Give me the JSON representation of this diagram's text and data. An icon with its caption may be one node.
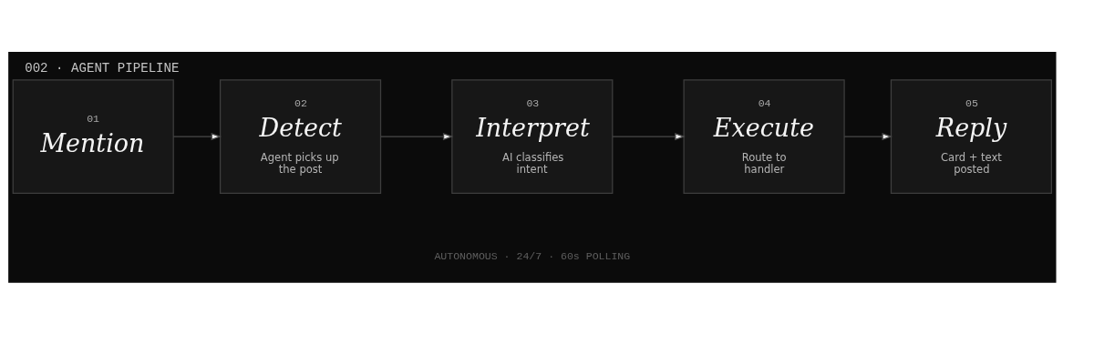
{
  "diagram": {
    "title": "002 · AGENT PIPELINE",
    "nodes": [
      {
        "text": [
          "01",
          "Mention"
        ]
      },
      {
        "text": [
          "02",
          "Detect",
          "Agent picks up the post"
        ]
      },
      {
        "text": [
          "03",
          "Interpret",
          "AI classifies intent"
        ]
      },
      {
        "text": [
          "04",
          "Execute",
          "Route to handler"
        ]
      },
      {
        "text": [
          "05",
          "Reply",
          "Card + text posted"
        ]
      }
    ],
    "edges": [
      {
        "from": 0,
        "to": 1,
        "arrow": "to"
      },
      {
        "from": 1,
        "to": 2,
        "arrow": "to"
      },
      {
        "from": 2,
        "to": 3,
        "arrow": "to"
      },
      {
        "from": 3,
        "to": 4,
        "arrow": "to"
      }
    ],
    "labels": [
      "AUTONOMOUS · 24/7 · 60s POLLING"
    ]
  }
}
